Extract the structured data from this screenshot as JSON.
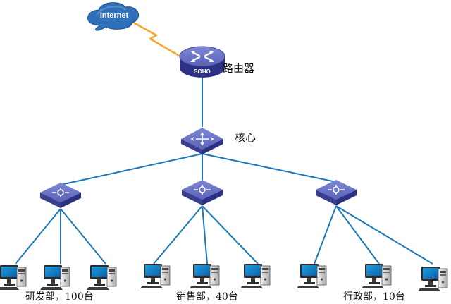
{
  "internet": {
    "label": "Internet"
  },
  "router": {
    "badge": "SOHO",
    "label": "路由器"
  },
  "core": {
    "label": "核心"
  },
  "departments": [
    {
      "label": "研发部，100台"
    },
    {
      "label": "销售部，40台"
    },
    {
      "label": "行政部，10台"
    }
  ],
  "colors": {
    "link": "#1a78b8",
    "wan_link": "#f5a623",
    "device_top": "#6b73c9",
    "device_side": "#3a3f8f",
    "cloud": "#2f6fb7"
  },
  "icons": {
    "cloud": "cloud-icon",
    "router": "router-icon",
    "switch": "switch-icon",
    "computer": "computer-icon"
  }
}
